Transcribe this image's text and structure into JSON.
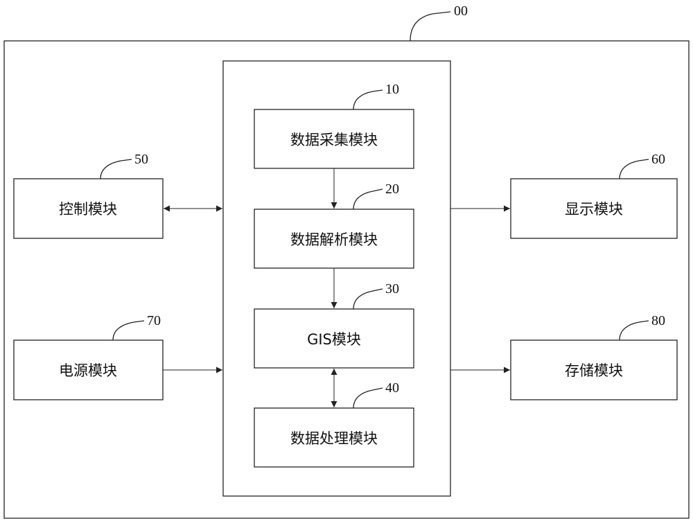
{
  "diagram": {
    "system": {
      "ref": "00"
    },
    "modules": {
      "data_collection": {
        "label": "数据采集模块",
        "ref": "10"
      },
      "data_parsing": {
        "label": "数据解析模块",
        "ref": "20"
      },
      "gis": {
        "label": "GIS模块",
        "ref": "30"
      },
      "data_processing": {
        "label": "数据处理模块",
        "ref": "40"
      },
      "control": {
        "label": "控制模块",
        "ref": "50"
      },
      "display": {
        "label": "显示模块",
        "ref": "60"
      },
      "power": {
        "label": "电源模块",
        "ref": "70"
      },
      "storage": {
        "label": "存储模块",
        "ref": "80"
      }
    },
    "connections": [
      {
        "from": "data_collection",
        "to": "data_parsing",
        "arrow": "single"
      },
      {
        "from": "data_parsing",
        "to": "gis",
        "arrow": "single"
      },
      {
        "from": "gis",
        "to": "data_processing",
        "arrow": "double"
      },
      {
        "from": "control",
        "to": "inner_frame",
        "arrow": "double"
      },
      {
        "from": "power",
        "to": "inner_frame",
        "arrow": "single"
      },
      {
        "from": "inner_frame",
        "to": "display",
        "arrow": "single"
      },
      {
        "from": "inner_frame",
        "to": "storage",
        "arrow": "single"
      }
    ]
  }
}
